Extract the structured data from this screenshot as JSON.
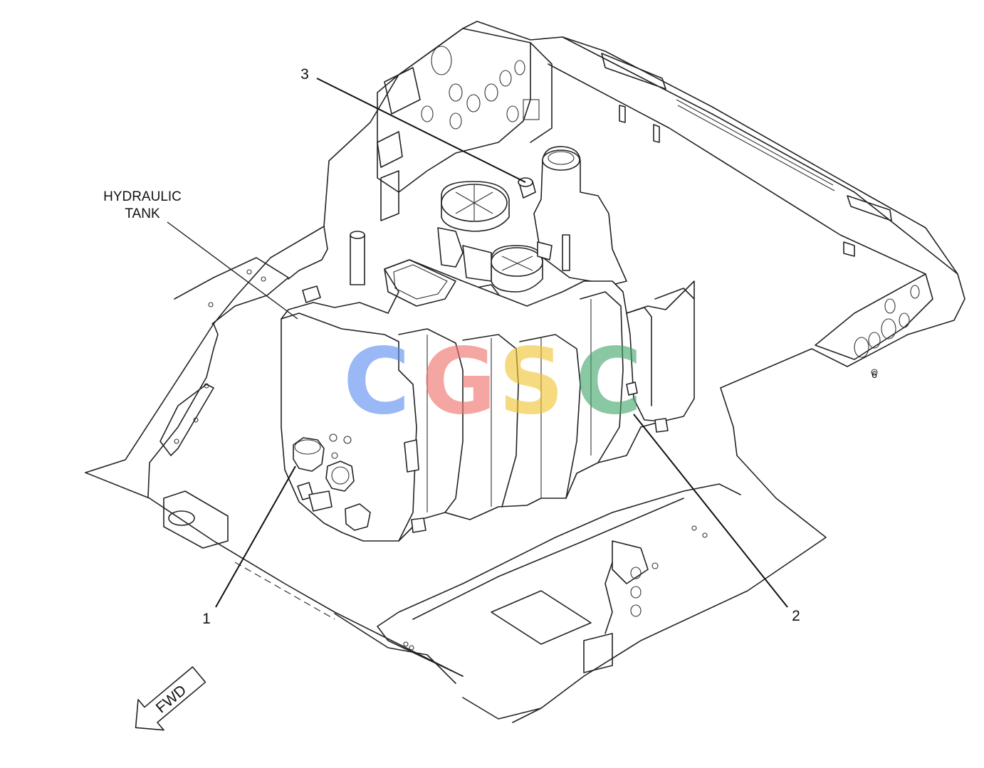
{
  "diagram": {
    "callouts": [
      {
        "id": "1",
        "text": "1"
      },
      {
        "id": "2",
        "text": "2"
      },
      {
        "id": "3",
        "text": "3"
      }
    ],
    "component_label_line1": "HYDRAULIC",
    "component_label_line2": "TANK",
    "direction_arrow": "FWD",
    "frame_mark": "6"
  },
  "watermark": {
    "letters": [
      "C",
      "G",
      "S",
      "C"
    ],
    "colors": [
      "#5b8ef0",
      "#f0706a",
      "#f2c431",
      "#43a66c"
    ]
  }
}
